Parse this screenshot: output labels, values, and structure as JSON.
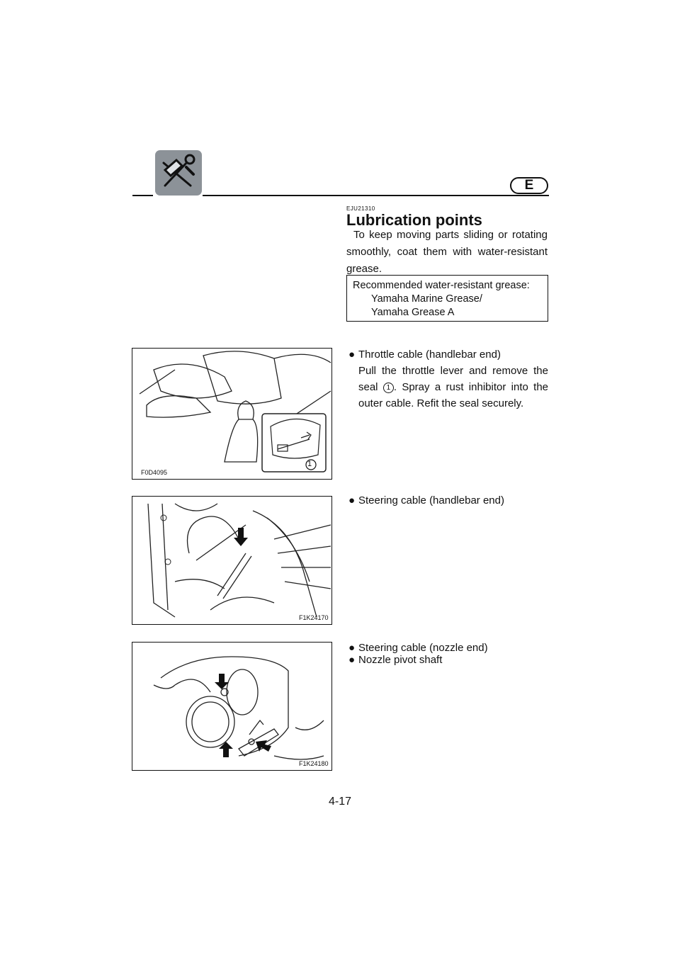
{
  "header": {
    "section_icon": "tools-icon",
    "language": "E"
  },
  "section": {
    "code": "EJU21310",
    "title": "Lubrication points",
    "intro": "To keep moving parts sliding or rotating smoothly, coat them with water-resistant grease."
  },
  "recommendation": {
    "heading": "Recommended water-resistant grease:",
    "line1": "Yamaha Marine Grease/",
    "line2": "Yamaha Grease A"
  },
  "items": [
    {
      "label": "Throttle cable (handlebar end)",
      "desc_a": "Pull the throttle lever and remove the seal",
      "callout": "1",
      "desc_b": ". Spray a rust inhibitor into the outer cable. Refit the seal securely."
    },
    {
      "label": "Steering cable (handlebar end)"
    },
    {
      "label": "Steering cable (nozzle end)"
    },
    {
      "label": "Nozzle pivot shaft"
    }
  ],
  "figures": {
    "fig1": {
      "code": "F0D4095",
      "callout": "1"
    },
    "fig2": {
      "code": "F1K24170"
    },
    "fig3": {
      "code": "F1K24180"
    }
  },
  "page_number": "4-17"
}
